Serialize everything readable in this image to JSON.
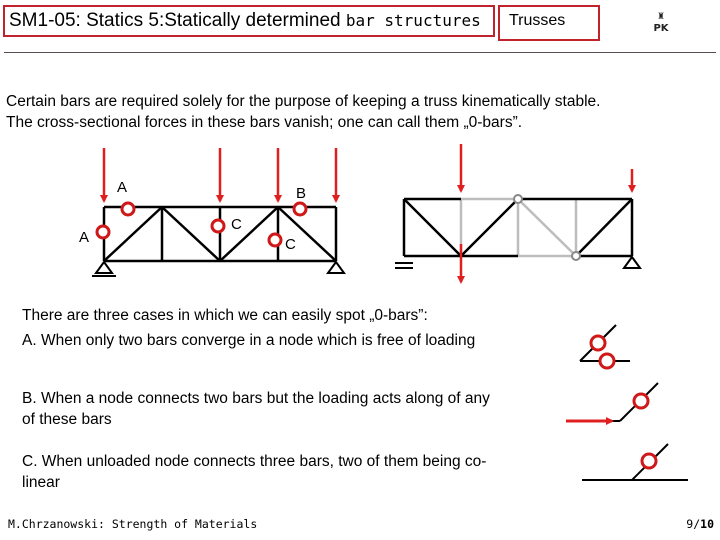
{
  "header": {
    "title": "SM1-05: Statics 5:Statically determined",
    "title_tail": "bar structures",
    "topic": "Trusses",
    "logo_lines": [
      "PK"
    ]
  },
  "intro": {
    "line1": "Certain bars are required solely for the purpose of keeping a truss kinematically stable.",
    "line2": "The cross-sectional forces in these bars vanish; one can call them „0-bars”."
  },
  "truss1": {
    "labels": {
      "a_top": "A",
      "a_left": "A",
      "b": "B",
      "c_left": "C",
      "c_right": "C"
    }
  },
  "cases": {
    "intro": "There are three cases in which we can easily spot „0-bars”:",
    "a": "A. When only two bars converge in a node which is free of loading",
    "b": "B. When a node connects two bars but the loading acts along of any of these bars",
    "c": "C. When unloaded node connects three bars, two of them being co-linear"
  },
  "footer": {
    "author": "M.Chrzanowski: Strength of Materials",
    "page": "9/",
    "total": "10"
  },
  "colors": {
    "accent": "#c0232b",
    "load": "#e02020",
    "member_gray": "#bdbdbd"
  }
}
